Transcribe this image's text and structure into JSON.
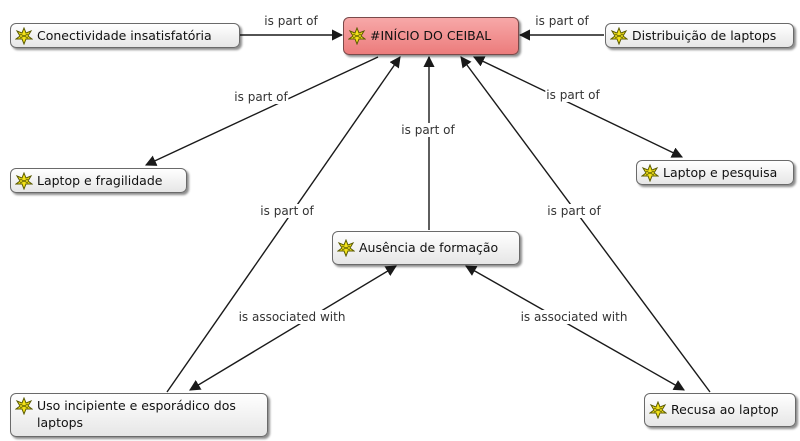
{
  "colors": {
    "root_fill": "#f29191",
    "node_fill": "#eeeeee",
    "edge": "#1a1a1a"
  },
  "icon": "code-node-icon",
  "nodes": {
    "root": "#INÍCIO DO CEIBAL",
    "conectividade": "Conectividade insatisfatória",
    "distribuicao": "Distribuição de laptops",
    "fragilidade": "Laptop e fragilidade",
    "pesquisa": "Laptop e pesquisa",
    "ausencia": "Ausência de formação",
    "uso": "Uso incipiente e esporádico dos laptops",
    "recusa": "Recusa ao laptop"
  },
  "edges": {
    "conectividade_root": "is part of",
    "distribuicao_root": "is part of",
    "fragilidade_root": "is part of",
    "pesquisa_root": "is part of",
    "ausencia_root": "is part of",
    "uso_root": "is part of",
    "recusa_root": "is part of",
    "uso_ausencia": "is associated with",
    "recusa_ausencia": "is associated with"
  }
}
